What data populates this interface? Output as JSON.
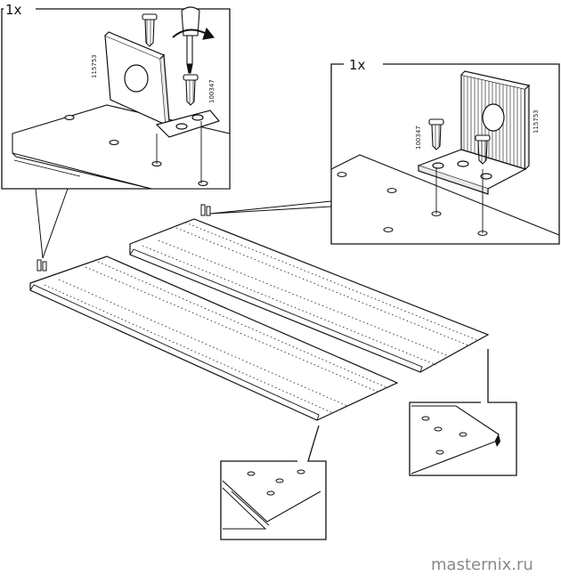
{
  "callouts": {
    "left_qty": "1x",
    "right_qty": "1x"
  },
  "parts": {
    "bracket_id": "115753",
    "screw_id": "100347"
  },
  "watermark": "masternix.ru"
}
